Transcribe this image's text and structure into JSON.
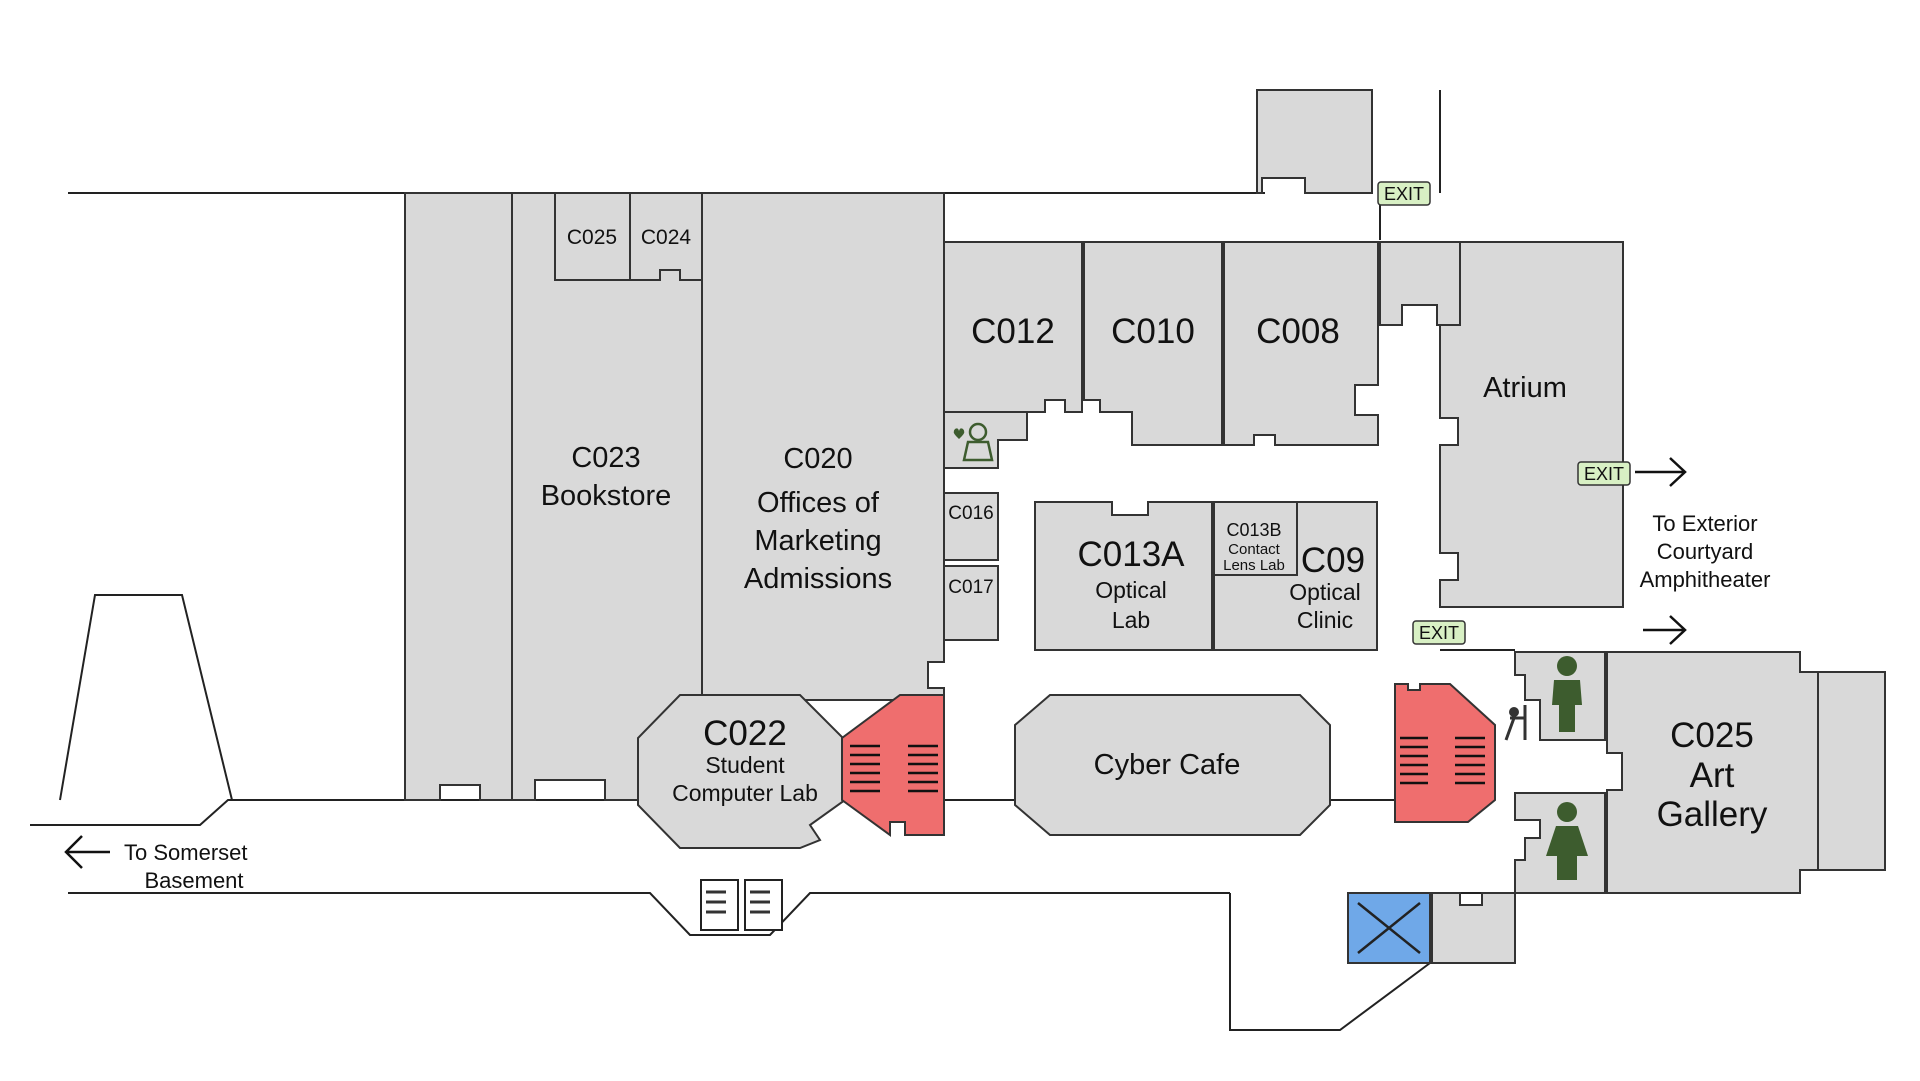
{
  "rooms": {
    "c023": {
      "number": "C023",
      "name": "Bookstore"
    },
    "c020": {
      "number": "C020",
      "line1": "Offices of",
      "line2": "Marketing",
      "line3": "Admissions"
    },
    "c025_small": {
      "number": "C025"
    },
    "c024": {
      "number": "C024"
    },
    "c012": {
      "number": "C012"
    },
    "c010": {
      "number": "C010"
    },
    "c008": {
      "number": "C008"
    },
    "atrium": {
      "name": "Atrium"
    },
    "c016": {
      "number": "C016"
    },
    "c017": {
      "number": "C017"
    },
    "c013a": {
      "number": "C013A",
      "name": "Optical",
      "name2": "Lab"
    },
    "c013b": {
      "number": "C013B",
      "name": "Contact",
      "name2": "Lens Lab"
    },
    "c09": {
      "number": "C09",
      "name": "Optical",
      "name2": "Clinic"
    },
    "c022": {
      "number": "C022",
      "name": "Student",
      "name2": "Computer Lab"
    },
    "cyber_cafe": {
      "name": "Cyber Cafe"
    },
    "c025_gallery": {
      "number": "C025",
      "name": "Art",
      "name2": "Gallery"
    }
  },
  "exits": {
    "top": "EXIT",
    "atrium": "EXIT",
    "lower": "EXIT"
  },
  "directions": {
    "courtyard": {
      "line1": "To Exterior",
      "line2": "Courtyard",
      "line3": "Amphitheater"
    },
    "somerset": {
      "line1": "To Somerset",
      "line2": "Basement"
    }
  },
  "icons": {
    "stairs": "stairs-icon",
    "elevator": "elevator-icon",
    "mens_restroom": "mens-restroom-icon",
    "womens_restroom": "womens-restroom-icon",
    "water_fountain": "water-fountain-icon",
    "vending": "vending-machine-icon",
    "nursing": "nursing-room-icon",
    "arrow": "arrow-icon"
  },
  "colors": {
    "room": "#d9d9d9",
    "stairs": "#ef6e6e",
    "elevator": "#6fa8e8",
    "exit": "#d8f0c4",
    "restroom": "#3d5c2e"
  }
}
